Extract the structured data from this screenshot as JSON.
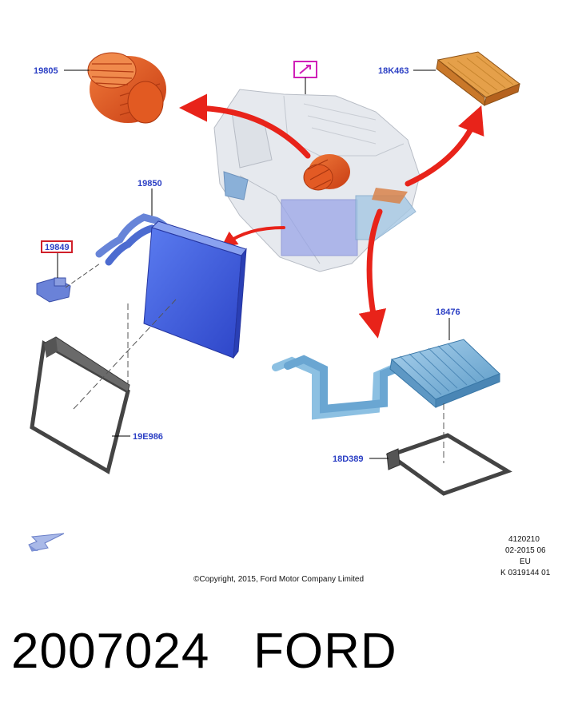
{
  "parts": {
    "p19805": "19805",
    "p18K463": "18K463",
    "p19850": "19850",
    "p19849": "19849",
    "p18476": "18476",
    "p19E986": "19E986",
    "p18D389": "18D389"
  },
  "drawing_info": {
    "line1": "4120210",
    "line2": "02-2015 06",
    "line3": "EU",
    "line4": "K 0319144 01"
  },
  "copyright": "©Copyright, 2015, Ford Motor Company Limited",
  "footer": {
    "part_number": "2007024",
    "brand": "FORD"
  },
  "colors": {
    "label_blue": "#2b3fc4",
    "arrow_red": "#e8231a",
    "blower_orange": "#e8501e",
    "filter_orange": "#d77a2a",
    "evaporator_blue": "#3f5fe0",
    "heater_blue": "#7fb3d9",
    "highlight_magenta": "#d020b8",
    "highlight_red": "#d0202a"
  }
}
